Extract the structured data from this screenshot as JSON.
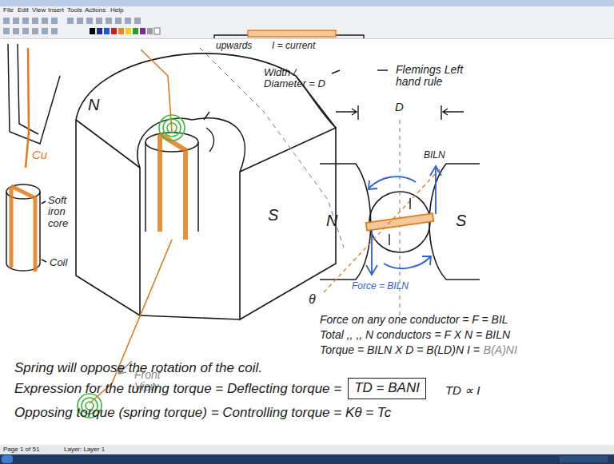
{
  "diagram": {
    "nodes": [
      {
        "text": [
          "TD = BANI"
        ]
      }
    ],
    "labels": [
      "File",
      "Edit",
      "View",
      "Insert",
      "Tools",
      "Actions",
      "Help",
      "Cu",
      "Soft iron core",
      "Coil",
      "N",
      "S",
      "Front View",
      "upwards",
      "I = current",
      "Width / Diameter = D",
      "Flemings Left hand rule",
      "D",
      "N",
      "S",
      "BILN",
      "Force = BILN",
      "θ",
      "Force on any one conductor = F = BIL",
      "Total ,, ,, N conductors = F X N = BILN",
      "Torque = BILN X D = B(LD)N I =",
      "B(A)NI",
      "Spring will oppose the rotation of the coil.",
      "Expression for the turning torque = Deflecting torque =",
      "TD ∝ I",
      "Opposing torque (spring torque) = Controlling torque = Kθ = Tc",
      "Page 1 of 51",
      "Layer: Layer 1"
    ]
  }
}
